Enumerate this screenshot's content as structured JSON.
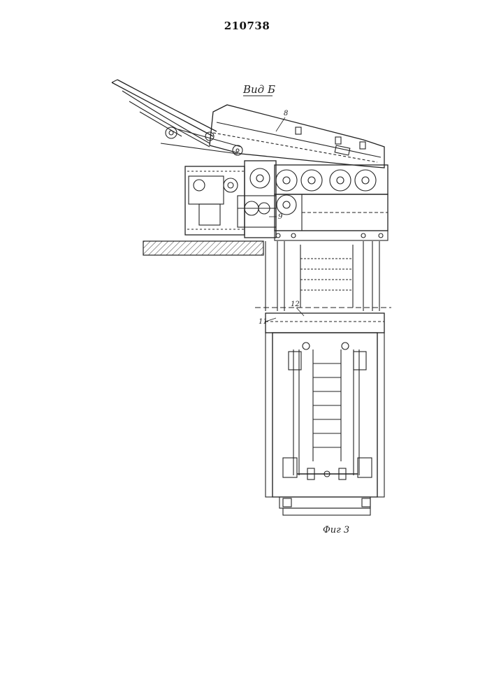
{
  "document": {
    "patent_number": "210738",
    "view_label": "Вид Б",
    "figure_caption": "Фиг 3",
    "callouts": [
      "8",
      "9",
      "11",
      "12"
    ]
  }
}
